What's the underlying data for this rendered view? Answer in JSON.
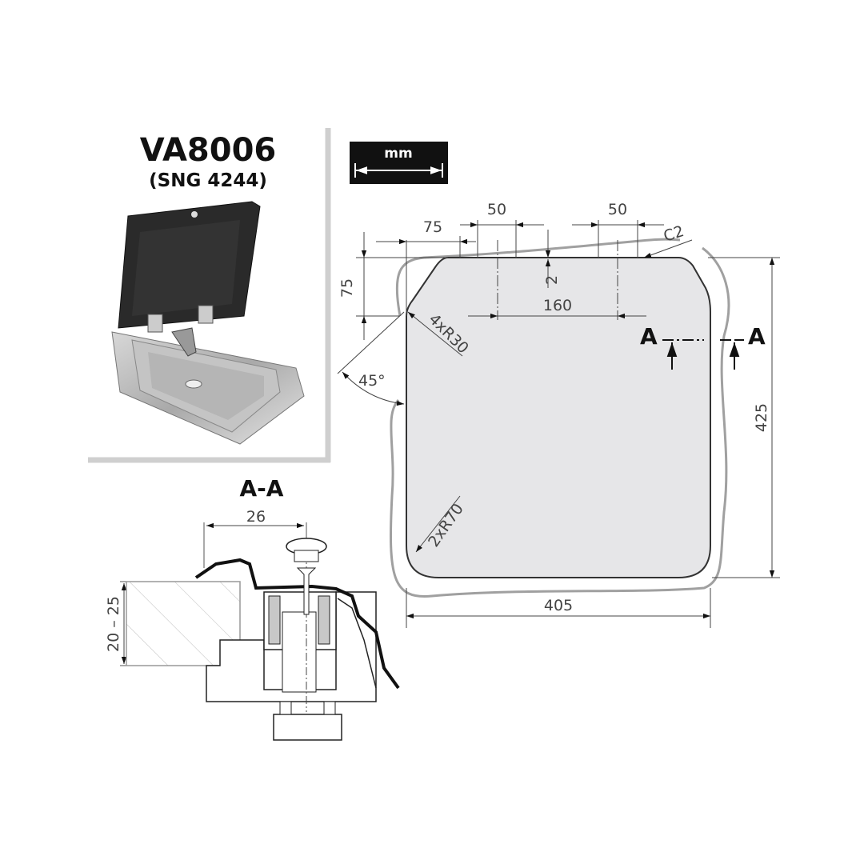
{
  "header": {
    "model": "VA8006",
    "alt_model": "(SNG 4244)"
  },
  "unit_badge": "mm",
  "dimensions": {
    "width": "405",
    "height": "425",
    "corner_vertical": "75",
    "corner_horizontal": "75",
    "slot_1": "50",
    "slot_2": "50",
    "slot_spacing": "160",
    "slot_depth": "2",
    "chamfer": "C2",
    "top_radius": "4xR30",
    "bottom_radius": "2xR70",
    "angle": "45°"
  },
  "section": {
    "marker": "A",
    "title": "A-A",
    "depth_offset": "26",
    "counter_thickness": "20 – 25"
  },
  "colors": {
    "cutout_fill": "#e6e6e8",
    "outline": "#9a9a9a",
    "ink": "#111111",
    "frame": "#cfcfcf"
  }
}
